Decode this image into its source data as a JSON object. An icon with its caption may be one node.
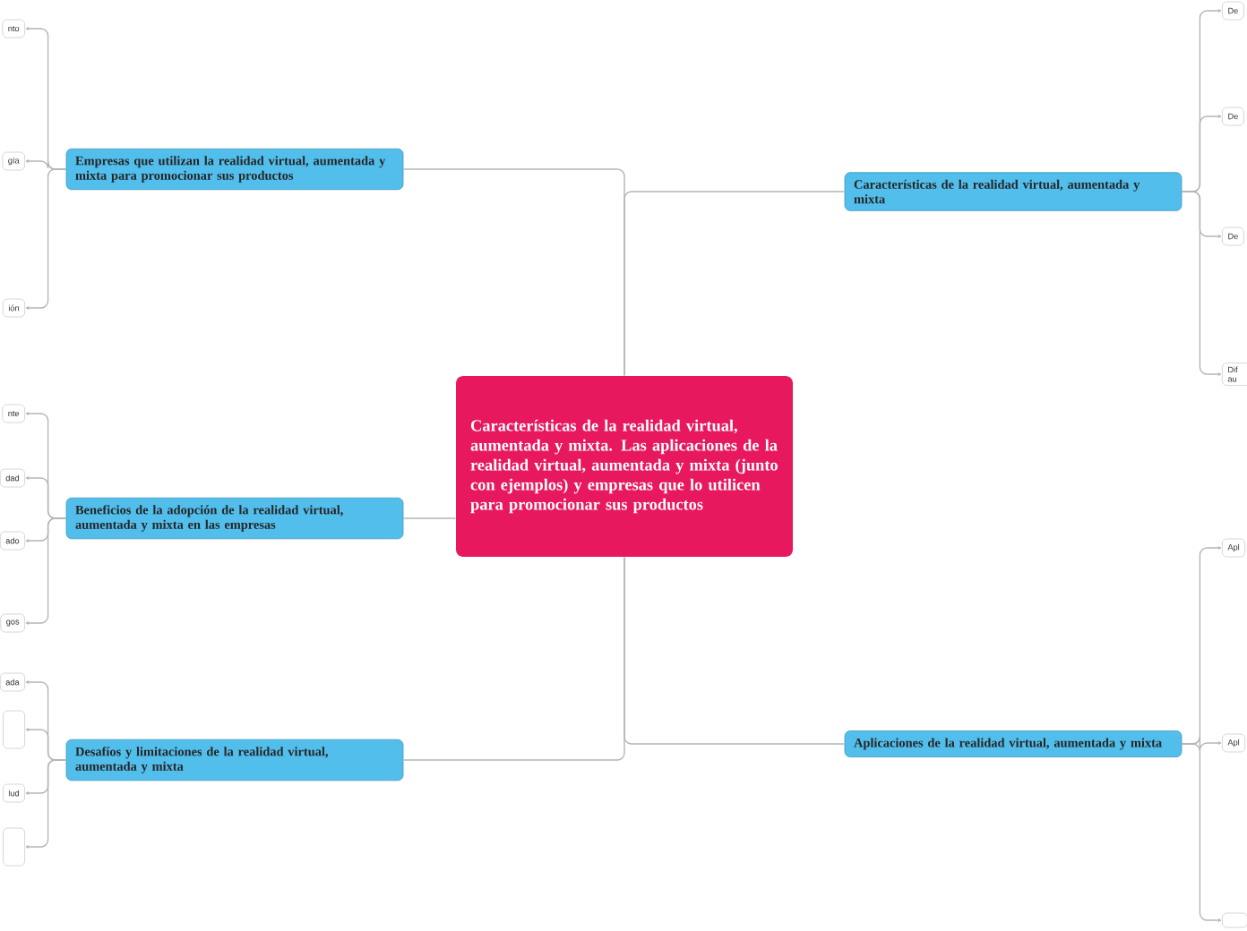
{
  "diagram": {
    "nodes": [
      {
        "text": [
          "Características de la realidad virtual, aumentada y mixta. Las aplicaciones de la realidad virtual, aumentada y mixta (junto con ejemplos) y empresas que lo utilicen para promocionar sus productos"
        ]
      },
      {
        "text": [
          "Empresas que utilizan la realidad virtual, aumentada y mixta para promocionar sus productos"
        ]
      },
      {
        "text": [
          "Beneficios de la adopción de la realidad virtual, aumentada y mixta en las empresas"
        ]
      },
      {
        "text": [
          "Desafíos y limitaciones de la realidad virtual, aumentada y mixta"
        ]
      },
      {
        "text": [
          "Características de la realidad virtual, aumentada y mixta"
        ]
      },
      {
        "text": [
          "Aplicaciones de la realidad virtual, aumentada y mixta"
        ]
      },
      {
        "text": [
          "nto"
        ]
      },
      {
        "text": [
          "gía"
        ]
      },
      {
        "text": [
          "ión"
        ]
      },
      {
        "text": [
          "nte"
        ]
      },
      {
        "text": [
          "dad"
        ]
      },
      {
        "text": [
          "ado"
        ]
      },
      {
        "text": [
          "gos"
        ]
      },
      {
        "text": [
          "ada"
        ]
      },
      {
        "text": [],
        "shape": "box"
      },
      {
        "text": [
          "lud"
        ]
      },
      {
        "text": [],
        "shape": "box"
      },
      {
        "text": [
          "De"
        ]
      },
      {
        "text": [
          "De"
        ]
      },
      {
        "text": [
          "De"
        ]
      },
      {
        "text": [
          "Dif au"
        ]
      },
      {
        "text": [
          "Apl"
        ]
      },
      {
        "text": [
          "Apl"
        ]
      },
      {
        "text": [],
        "shape": "box"
      }
    ],
    "edges": [
      {
        "from": 0,
        "to": 1,
        "arrow": "none"
      },
      {
        "from": 0,
        "to": 2,
        "arrow": "none"
      },
      {
        "from": 0,
        "to": 3,
        "arrow": "none"
      },
      {
        "from": 0,
        "to": 4,
        "arrow": "none"
      },
      {
        "from": 0,
        "to": 5,
        "arrow": "none"
      },
      {
        "from": 1,
        "to": 6,
        "arrow": "to"
      },
      {
        "from": 1,
        "to": 7,
        "arrow": "to"
      },
      {
        "from": 1,
        "to": 8,
        "arrow": "to"
      },
      {
        "from": 2,
        "to": 9,
        "arrow": "to"
      },
      {
        "from": 2,
        "to": 10,
        "arrow": "to"
      },
      {
        "from": 2,
        "to": 11,
        "arrow": "to"
      },
      {
        "from": 2,
        "to": 12,
        "arrow": "to"
      },
      {
        "from": 3,
        "to": 13,
        "arrow": "to"
      },
      {
        "from": 3,
        "to": 14,
        "arrow": "to"
      },
      {
        "from": 3,
        "to": 15,
        "arrow": "to"
      },
      {
        "from": 3,
        "to": 16,
        "arrow": "to"
      },
      {
        "from": 4,
        "to": 17,
        "arrow": "to"
      },
      {
        "from": 4,
        "to": 18,
        "arrow": "to"
      },
      {
        "from": 4,
        "to": 19,
        "arrow": "to"
      },
      {
        "from": 4,
        "to": 20,
        "arrow": "to"
      },
      {
        "from": 5,
        "to": 21,
        "arrow": "to"
      },
      {
        "from": 5,
        "to": 22,
        "arrow": "to"
      },
      {
        "from": 5,
        "to": 23,
        "arrow": "to"
      }
    ]
  }
}
